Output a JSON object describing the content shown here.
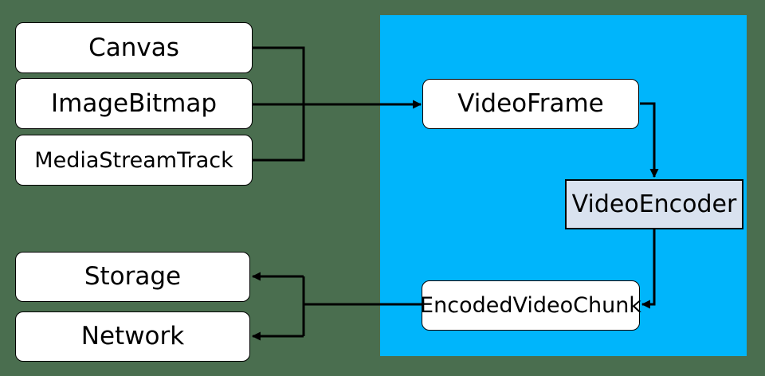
{
  "diagram": {
    "nodes": {
      "canvas": {
        "label": "Canvas"
      },
      "image_bitmap": {
        "label": "ImageBitmap"
      },
      "media_stream_track": {
        "label": "MediaStreamTrack"
      },
      "video_frame": {
        "label": "VideoFrame"
      },
      "video_encoder": {
        "label": "VideoEncoder"
      },
      "encoded_video_chunk": {
        "label": "EncodedVideoChunk"
      },
      "storage": {
        "label": "Storage"
      },
      "network": {
        "label": "Network"
      }
    },
    "edges": [
      {
        "from": "Canvas",
        "to": "VideoFrame"
      },
      {
        "from": "ImageBitmap",
        "to": "VideoFrame"
      },
      {
        "from": "MediaStreamTrack",
        "to": "VideoFrame"
      },
      {
        "from": "VideoFrame",
        "to": "VideoEncoder"
      },
      {
        "from": "VideoEncoder",
        "to": "EncodedVideoChunk"
      },
      {
        "from": "EncodedVideoChunk",
        "to": "Storage"
      },
      {
        "from": "EncodedVideoChunk",
        "to": "Network"
      }
    ],
    "colors": {
      "background": "#4a6e4f",
      "region": "#00b5fb",
      "node_fill": "#ffffff",
      "encoder_fill": "#d9e2ef",
      "line": "#000000",
      "text": "#000000"
    }
  }
}
